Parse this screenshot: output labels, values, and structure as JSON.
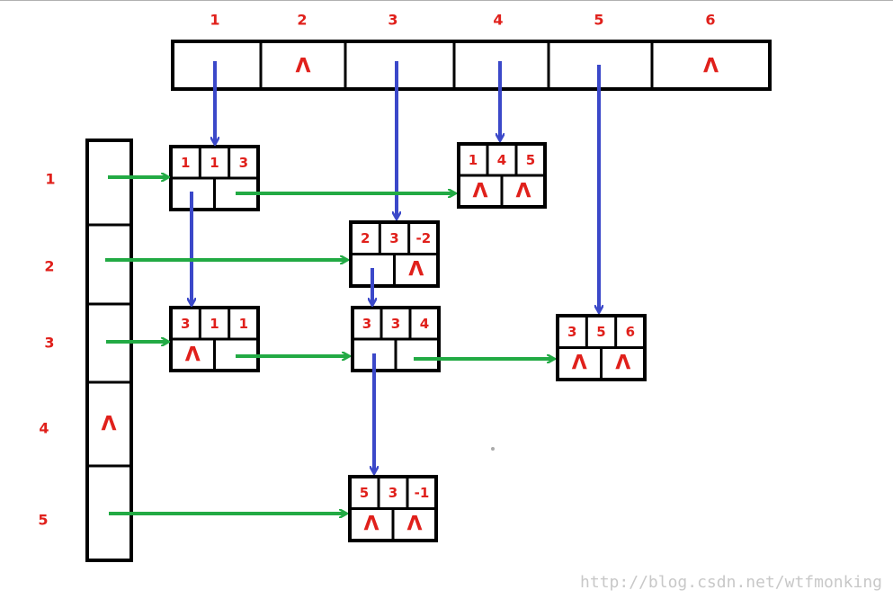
{
  "column_headers": [
    "1",
    "2",
    "3",
    "4",
    "5",
    "6"
  ],
  "column_head_cells": [
    "",
    "Λ",
    "",
    "",
    "",
    "Λ"
  ],
  "row_headers": [
    "1",
    "2",
    "3",
    "4",
    "5"
  ],
  "row_head_cells": [
    "",
    "",
    "",
    "Λ",
    ""
  ],
  "nodes": [
    {
      "id": "n113",
      "row": "1",
      "col": "1",
      "val": "3",
      "right": "",
      "down": ""
    },
    {
      "id": "n145",
      "row": "1",
      "col": "4",
      "val": "5",
      "right": "Λ",
      "down": "Λ"
    },
    {
      "id": "n23m2",
      "row": "2",
      "col": "3",
      "val": "-2",
      "right": "",
      "down": "Λ"
    },
    {
      "id": "n311",
      "row": "3",
      "col": "1",
      "val": "1",
      "right": "Λ",
      "down": ""
    },
    {
      "id": "n334",
      "row": "3",
      "col": "3",
      "val": "4",
      "right": "",
      "down": ""
    },
    {
      "id": "n356",
      "row": "3",
      "col": "5",
      "val": "6",
      "right": "Λ",
      "down": "Λ"
    },
    {
      "id": "n53m1",
      "row": "5",
      "col": "3",
      "val": "-1",
      "right": "Λ",
      "down": "Λ"
    }
  ],
  "colors": {
    "box": "#000000",
    "text": "#e0201b",
    "column_arrow": "#3b48c9",
    "row_arrow": "#22aa44"
  },
  "watermark": "http://blog.csdn.net/wtfmonking"
}
